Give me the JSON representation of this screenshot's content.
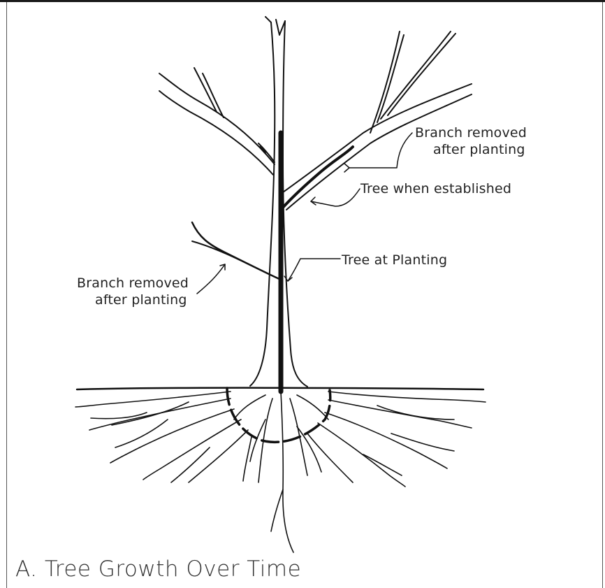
{
  "figure": {
    "caption": "A. Tree Growth Over Time"
  },
  "labels": {
    "branch_removed_right_line1": "Branch removed",
    "branch_removed_right_line2": "after planting",
    "tree_when_established": "Tree when established",
    "tree_at_planting": "Tree at Planting",
    "branch_removed_left_line1": "Branch removed",
    "branch_removed_left_line2": "after planting"
  }
}
